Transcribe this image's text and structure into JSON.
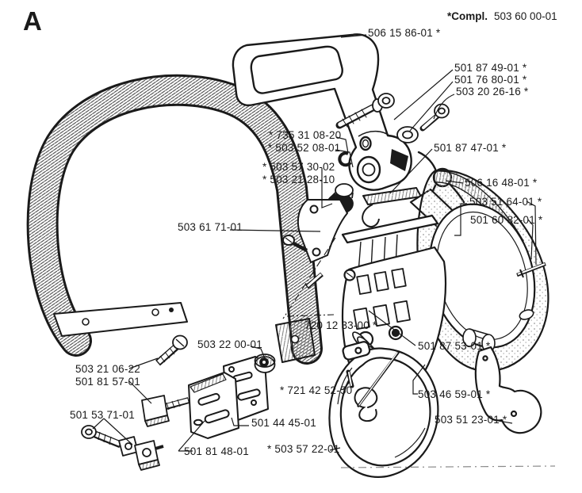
{
  "figure": {
    "variant_letter": "A",
    "complete_assembly": {
      "prefix": "*Compl.",
      "number": "503 60 00-01"
    }
  },
  "colors": {
    "background": "#ffffff",
    "line": "#1a1a1a",
    "hatch": "#3d3d3d",
    "speckle": "#9a9a9a"
  },
  "parts": [
    {
      "label": "506 15 86-01 *"
    },
    {
      "label": "501 87 49-01 *"
    },
    {
      "label": "501 76 80-01 *"
    },
    {
      "label": "503 20 26-16 *"
    },
    {
      "label": "* 735 31 08-20"
    },
    {
      "label": "* 503 52 08-01"
    },
    {
      "label": "501 87 47-01 *"
    },
    {
      "label": "* 503 57 30-02"
    },
    {
      "label": "* 503 21 28-10"
    },
    {
      "label": "506 16 48-01 *"
    },
    {
      "label": "503 51 64-01 *"
    },
    {
      "label": "501 60 82-01 *"
    },
    {
      "label": "503 61 71-01"
    },
    {
      "label": "720 12 33-00 *"
    },
    {
      "label": "503 22 00-01"
    },
    {
      "label": "501 87 53-01 *"
    },
    {
      "label": "503 21 06-22"
    },
    {
      "label": "501 81 57-01"
    },
    {
      "label": "* 721 42 52-50"
    },
    {
      "label": "503 46 59-01 *"
    },
    {
      "label": "501 53 71-01"
    },
    {
      "label": "501 44 45-01"
    },
    {
      "label": "503 51 23-01 *"
    },
    {
      "label": "* 503 57 22-01"
    },
    {
      "label": "501 81 48-01"
    }
  ]
}
